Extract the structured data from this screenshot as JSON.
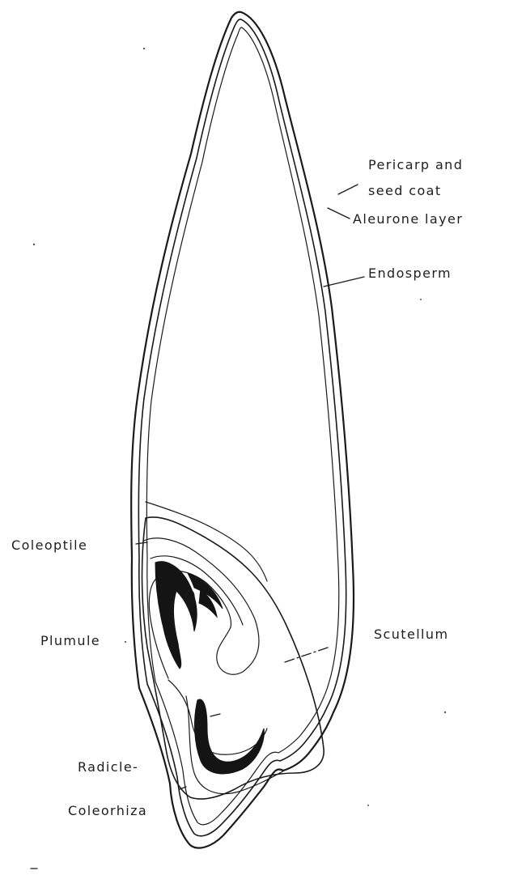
{
  "labels": {
    "pericarp_line1": "Pericarp and",
    "pericarp_line2": "seed coat",
    "aleurone": "Aleurone layer",
    "endosperm": "Endosperm",
    "coleoptile": "Coleoptile",
    "plumule": "Plumule",
    "scutellum": "Scutellum",
    "radicle": "Radicle-",
    "coleorhiza": "Coleorhiza"
  }
}
